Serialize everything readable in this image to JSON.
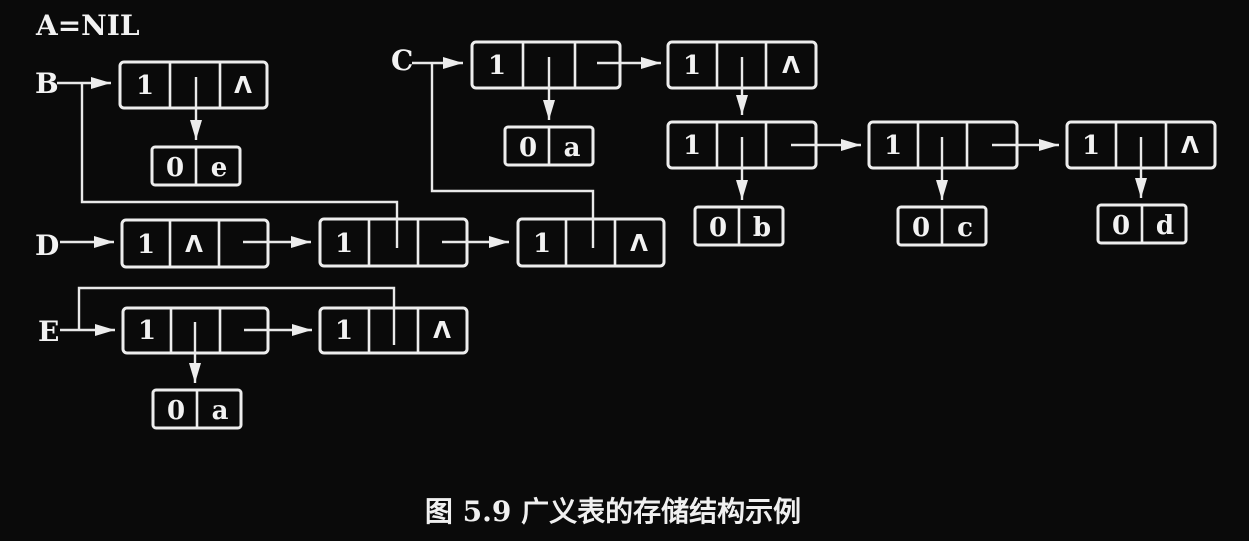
{
  "figure": {
    "caption": "图 5.9  广义表的存储结构示例"
  },
  "colors": {
    "background": "#0a0a0a",
    "ink": "#ededed"
  },
  "labels": {
    "a": "A=NIL",
    "b": "B",
    "c": "C",
    "d": "D",
    "e": "E"
  },
  "nodes": {
    "b1": {
      "tag": "1",
      "tp": "Λ"
    },
    "c1": {
      "tag": "1"
    },
    "c2": {
      "tag": "1",
      "tp": "Λ"
    },
    "cs1": {
      "tag": "1"
    },
    "cs2": {
      "tag": "1"
    },
    "cs3": {
      "tag": "1",
      "tp": "Λ"
    },
    "d1": {
      "tag": "1",
      "hp": "Λ"
    },
    "d2": {
      "tag": "1"
    },
    "d3": {
      "tag": "1",
      "tp": "Λ"
    },
    "e1": {
      "tag": "1"
    },
    "e2": {
      "tag": "1",
      "tp": "Λ"
    }
  },
  "atoms": {
    "b_e": {
      "tag": "0",
      "value": "e"
    },
    "c_a": {
      "tag": "0",
      "value": "a"
    },
    "cs_b": {
      "tag": "0",
      "value": "b"
    },
    "cs_c": {
      "tag": "0",
      "value": "c"
    },
    "cs_d": {
      "tag": "0",
      "value": "d"
    },
    "e_a": {
      "tag": "0",
      "value": "a"
    }
  }
}
